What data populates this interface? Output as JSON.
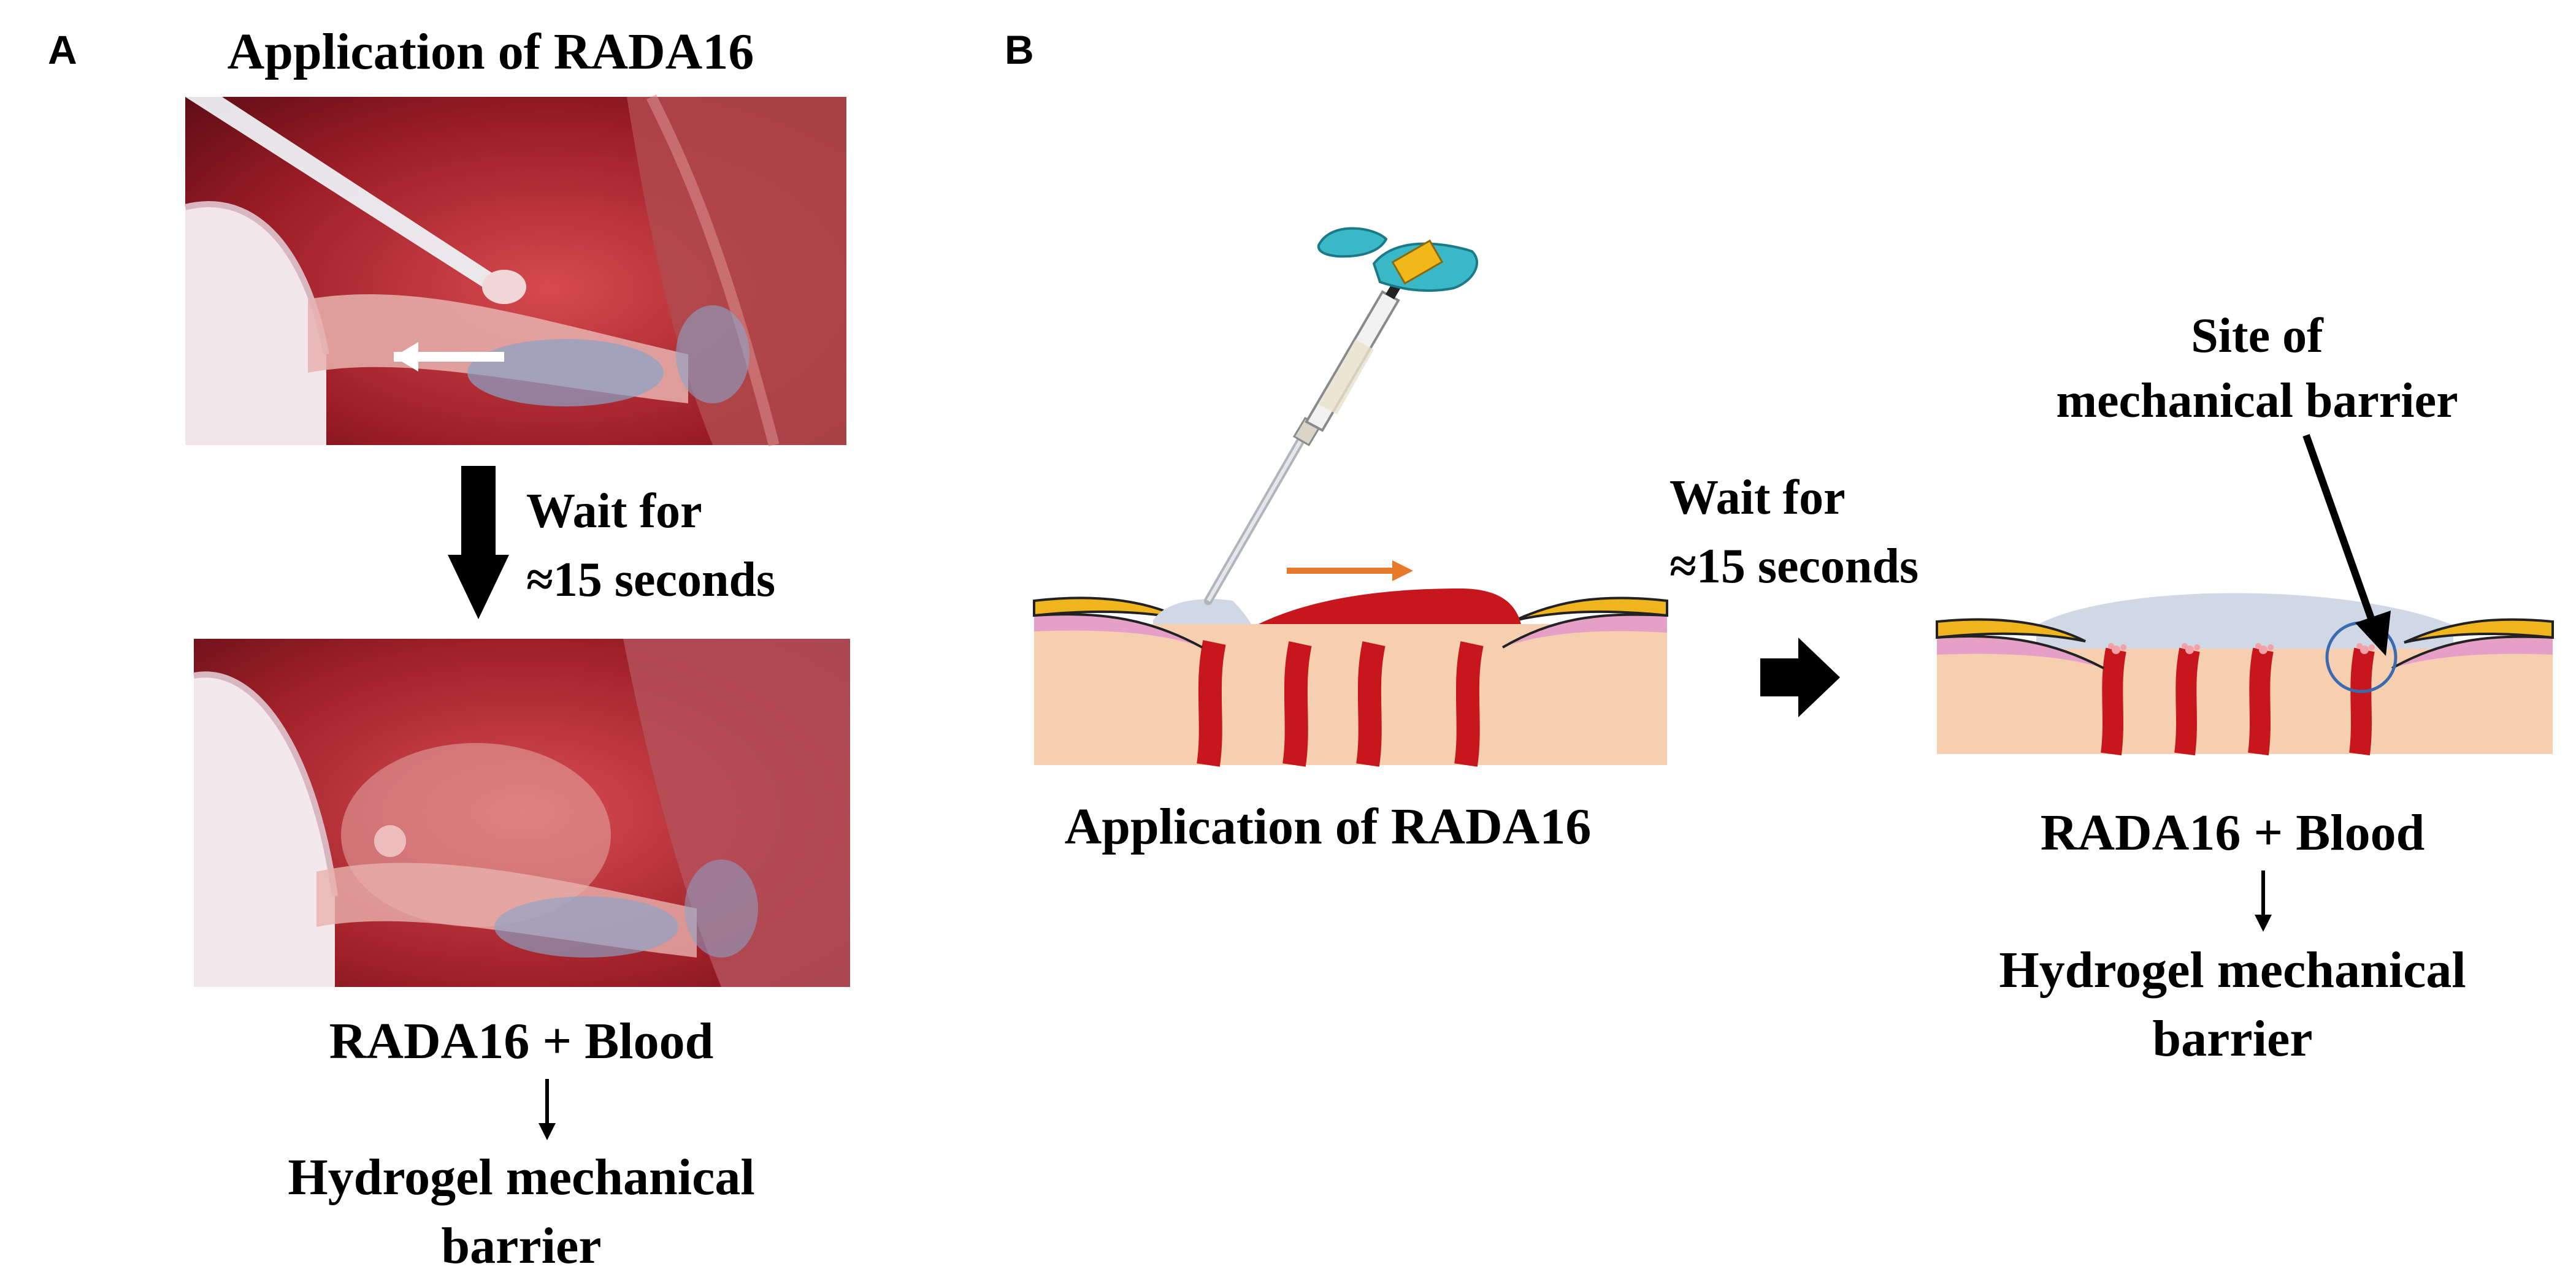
{
  "panel_a": {
    "letter": "A",
    "title": "Application of RADA16",
    "wait_line1": "Wait for",
    "wait_line2": "≈15 seconds",
    "result_line1": "RADA16 + Blood",
    "result_line2": "Hydrogel mechanical",
    "result_line3": "barrier"
  },
  "panel_b": {
    "letter": "B",
    "left_caption": "Application of RADA16",
    "wait_line1": "Wait for",
    "wait_line2": "≈15 seconds",
    "site_line1": "Site of",
    "site_line2": "mechanical barrier",
    "result_line1": "RADA16 + Blood",
    "result_line2": "Hydrogel mechanical",
    "result_line3": "barrier"
  },
  "colors": {
    "tissue": "#f5cfb0",
    "blood": "#c8161d",
    "skin_yellow": "#f0b51e",
    "skin_pink": "#e6a0c8",
    "gel": "#d0d8e6",
    "applicator_arrow": "#e8782a",
    "site_circle": "#3a6ab0"
  },
  "icons": {
    "syringe": "syringe-icon",
    "wait_arrow": "arrow-right-icon",
    "down_arrow": "arrow-down-icon"
  }
}
